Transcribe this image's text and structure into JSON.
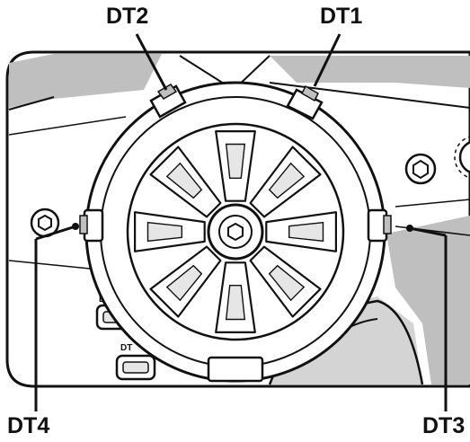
{
  "callouts": {
    "dt1": "DT1",
    "dt2": "DT2",
    "dt3": "DT3",
    "dt4": "DT4"
  },
  "panel_marks": {
    "upper": "D",
    "lower": "DT"
  },
  "colors": {
    "line": "#111111",
    "panel_fill": "#ffffff",
    "recess_fill": "#e6e6e6",
    "shade_fill": "#bfbfbf",
    "wheel_fill": "#ffffff"
  }
}
